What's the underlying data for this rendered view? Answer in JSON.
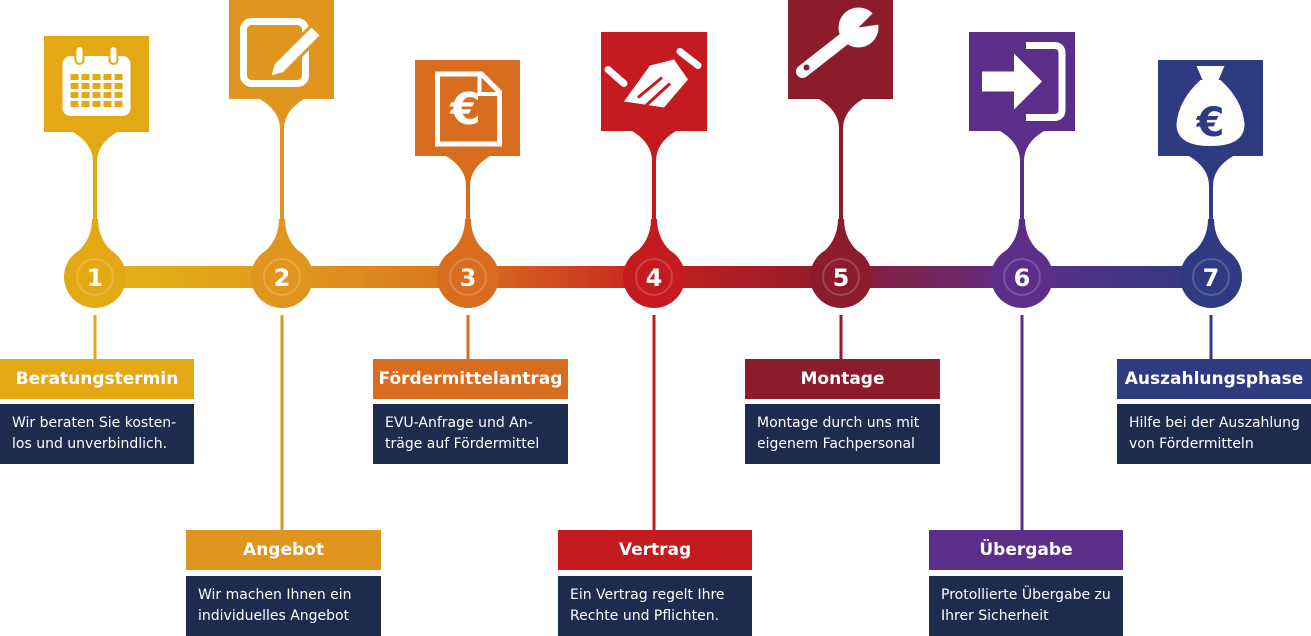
{
  "colors": {
    "step1": "#e5a815",
    "step2": "#e0961e",
    "step3": "#d86d1f",
    "step4": "#c51a1f",
    "step5": "#8c1b2c",
    "step6": "#5b2e8a",
    "step7": "#2f3b80",
    "desc_bg": "#1d2b4f",
    "white": "#ffffff"
  },
  "steps": [
    {
      "number": "1",
      "title": "Beratungstermin",
      "desc": [
        "Wir beraten Sie kosten-",
        "los und unverbindlich."
      ],
      "icon": "calendar-icon",
      "color": "#e5a815",
      "title_color": "#e5a815"
    },
    {
      "number": "2",
      "title": "Angebot",
      "desc": [
        "Wir machen Ihnen ein",
        "individuelles Angebot"
      ],
      "icon": "edit-pencil-icon",
      "color": "#e0961e",
      "title_color": "#e0961e"
    },
    {
      "number": "3",
      "title": "Fördermittelantrag",
      "desc": [
        "EVU-Anfrage und An-",
        "träge auf Fördermittel"
      ],
      "icon": "euro-document-icon",
      "color": "#d86d1f",
      "title_color": "#d86d1f"
    },
    {
      "number": "4",
      "title": "Vertrag",
      "desc": [
        "Ein Vertrag regelt Ihre",
        "Rechte und Pflichten."
      ],
      "icon": "handshake-icon",
      "color": "#c51a1f",
      "title_color": "#c51a1f"
    },
    {
      "number": "5",
      "title": "Montage",
      "desc": [
        "Montage durch uns mit",
        "eigenem Fachpersonal"
      ],
      "icon": "wrench-icon",
      "color": "#8c1b2c",
      "title_color": "#8c1b2c"
    },
    {
      "number": "6",
      "title": "Übergabe",
      "desc": [
        "Protollierte Übergabe zu",
        "Ihrer Sicherheit"
      ],
      "icon": "sign-in-arrow-icon",
      "color": "#5b2e8a",
      "title_color": "#5b2e8a"
    },
    {
      "number": "7",
      "title": "Auszahlungsphase",
      "desc": [
        "Hilfe bei der Auszahlung",
        "von Fördermitteln"
      ],
      "icon": "money-bag-euro-icon",
      "color": "#2f3b80",
      "title_color": "#2f3b80"
    }
  ]
}
